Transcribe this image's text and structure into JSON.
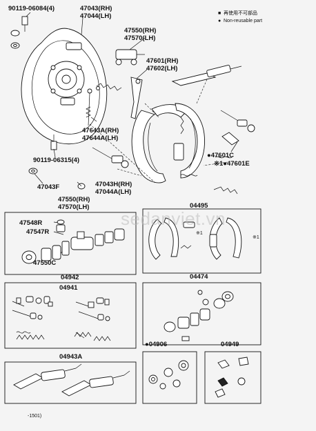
{
  "legend": {
    "symbol_a": "■",
    "text_a": "再使用不可部品",
    "symbol_b": "●",
    "text_b": "Non-reusable part"
  },
  "labels": {
    "p90119_06084": "90119-06084(4)",
    "p47043_rh": "47043(RH)",
    "p47044_lh": "47044(LH)",
    "p47550_rh": "47550(RH)",
    "p47570_lh": "47570(LH)",
    "p47601_rh": "47601(RH)",
    "p47602_lh": "47602(LH)",
    "p47643a_rh": "47643A(RH)",
    "p47644a_lh": "47644A(LH)",
    "p90119_06315": "90119-06315(4)",
    "p47043f": "47043F",
    "p47043h_rh": "47043H(RH)",
    "p47044a_lh": "47044A(LH)",
    "p47550_rh2": "47550(RH)",
    "p47570_lh2": "47570(LH)",
    "p47601c": "●47601C",
    "p47601e": "※1●47601E",
    "p04495": "04495",
    "p47548r": "47548R",
    "p47547r": "47547R",
    "p47550c": "47550C",
    "p04942": "04942",
    "p04941": "04941",
    "p04474": "04474",
    "p04943a": "04943A",
    "p04906": "●04906",
    "p04949": "04949",
    "mark_k1a": "※1",
    "mark_k1b": "※1",
    "footer_code": "-1501)"
  },
  "watermark": "sedanviet.vn",
  "colors": {
    "line": "#111111",
    "background": "#f4f4f4",
    "watermark": "#bdbdbd"
  }
}
